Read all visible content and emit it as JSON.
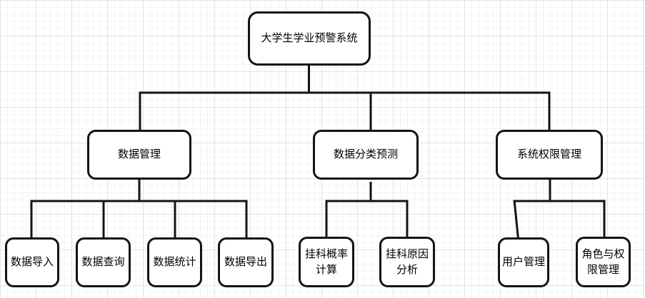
{
  "diagram": {
    "title": "大学生学业预警系统",
    "type": "hierarchy-flowchart",
    "nodes": {
      "root": {
        "label": "大学生学业预警系统"
      },
      "data_management": {
        "label": "数据管理"
      },
      "data_classification_predict": {
        "label": "数据分类预测"
      },
      "system_permission_management": {
        "label": "系统权限管理"
      },
      "data_import": {
        "label": "数据导入"
      },
      "data_query": {
        "label": "数据查询"
      },
      "data_statistics": {
        "label": "数据统计"
      },
      "data_export": {
        "label": "数据导出"
      },
      "fail_probability_calculation": {
        "label": "挂科概率计算"
      },
      "fail_reason_analysis": {
        "label": "挂科原因分析"
      },
      "user_management": {
        "label": "用户管理"
      },
      "role_permission_management": {
        "label": "角色与权限管理"
      }
    },
    "edges": [
      [
        "root",
        "data_management"
      ],
      [
        "root",
        "data_classification_predict"
      ],
      [
        "root",
        "system_permission_management"
      ],
      [
        "data_management",
        "data_import"
      ],
      [
        "data_management",
        "data_query"
      ],
      [
        "data_management",
        "data_statistics"
      ],
      [
        "data_management",
        "data_export"
      ],
      [
        "data_classification_predict",
        "fail_probability_calculation"
      ],
      [
        "data_classification_predict",
        "fail_reason_analysis"
      ],
      [
        "system_permission_management",
        "user_management"
      ],
      [
        "system_permission_management",
        "role_permission_management"
      ]
    ],
    "colors": {
      "node_border": "#141414",
      "node_fill": "#ffffff",
      "connector": "#141414",
      "grid_major": "#e3e3e3",
      "grid_minor": "#f4f4f4",
      "background": "#ffffff"
    }
  }
}
